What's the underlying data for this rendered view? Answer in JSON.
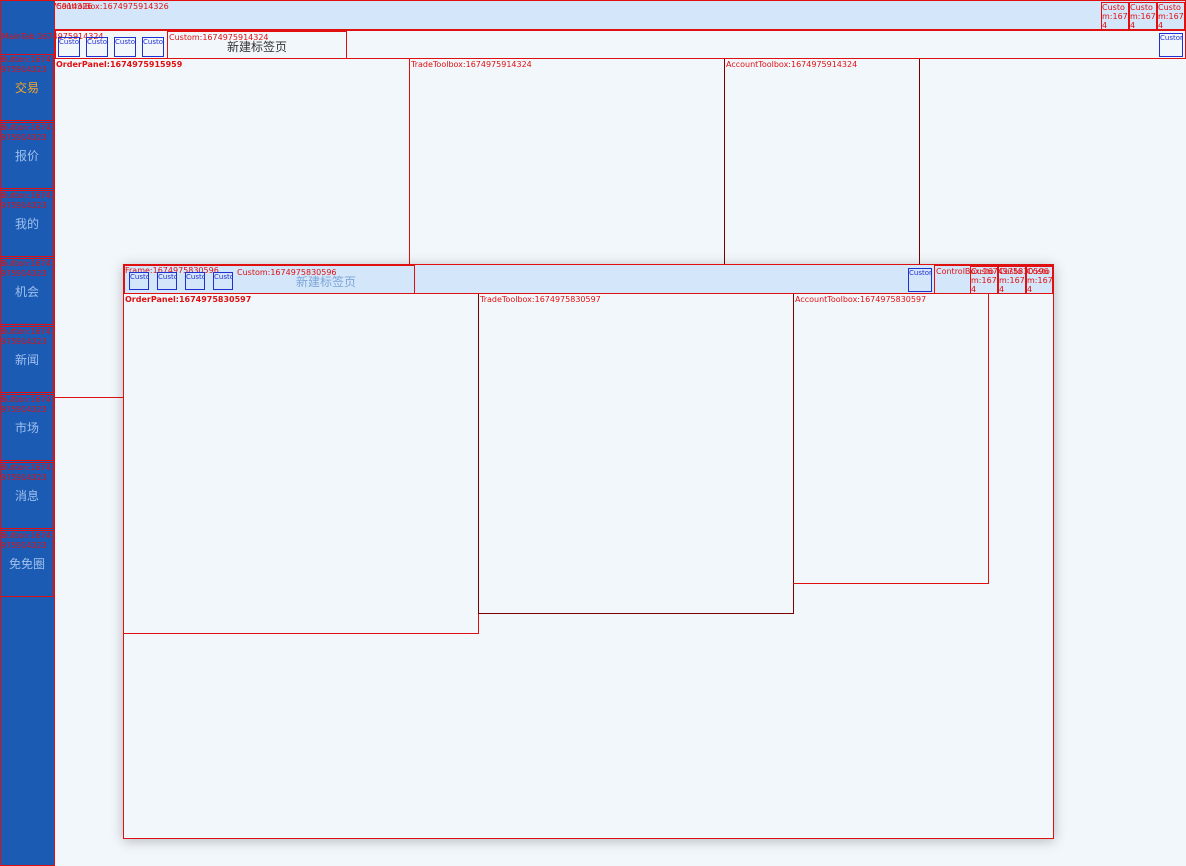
{
  "top_bar": {
    "panel_label": "Panel:1674975914326",
    "controlbox_label": "ControlBox:1674975914326",
    "controls": [
      "Custom:1674",
      "Custom:1674",
      "Custom:1674"
    ]
  },
  "sidebar": {
    "button_debug": "Button:1674975914323",
    "items": [
      {
        "label": "交易",
        "active": true
      },
      {
        "label": "报价",
        "active": false
      },
      {
        "label": "我的",
        "active": false
      },
      {
        "label": "机会",
        "active": false
      },
      {
        "label": "新闻",
        "active": false
      },
      {
        "label": "市场",
        "active": false
      },
      {
        "label": "消息",
        "active": false
      },
      {
        "label": "免免圈",
        "active": false
      }
    ]
  },
  "main_tab": {
    "tabbar_label": "MainTab:1674975914324",
    "icon_labels": [
      "Custom:1674",
      "Custom:1674",
      "Custom:1674",
      "Custom:1674"
    ],
    "custom_label": "Custom:1674975914324",
    "new_tab_title": "新建标签页",
    "right_icon": "Custom:1674",
    "order_panel_label": "OrderPanel:1674975915959",
    "trade_toolbox_label": "TradeToolbox:1674975914324",
    "account_toolbox_label": "AccountToolbox:1674975914324"
  },
  "floating_window": {
    "frame_label": "Frame:1674975830596",
    "icon_labels": [
      "Custom:1674",
      "Custom:1674",
      "Custom:1674",
      "Custom:1674"
    ],
    "custom_label": "Custom:1674975830596",
    "new_tab_title": "新建标签页",
    "right_icon": "Custom:1674",
    "controlbox_label": "ControlBox:1674975830596",
    "controls": [
      "Custom:1674",
      "Custom:1674",
      "Custom:1674"
    ],
    "order_panel_label": "OrderPanel:1674975830597",
    "trade_toolbox_label": "TradeToolbox:1674975830597",
    "account_toolbox_label": "AccountToolbox:1674975830597"
  }
}
